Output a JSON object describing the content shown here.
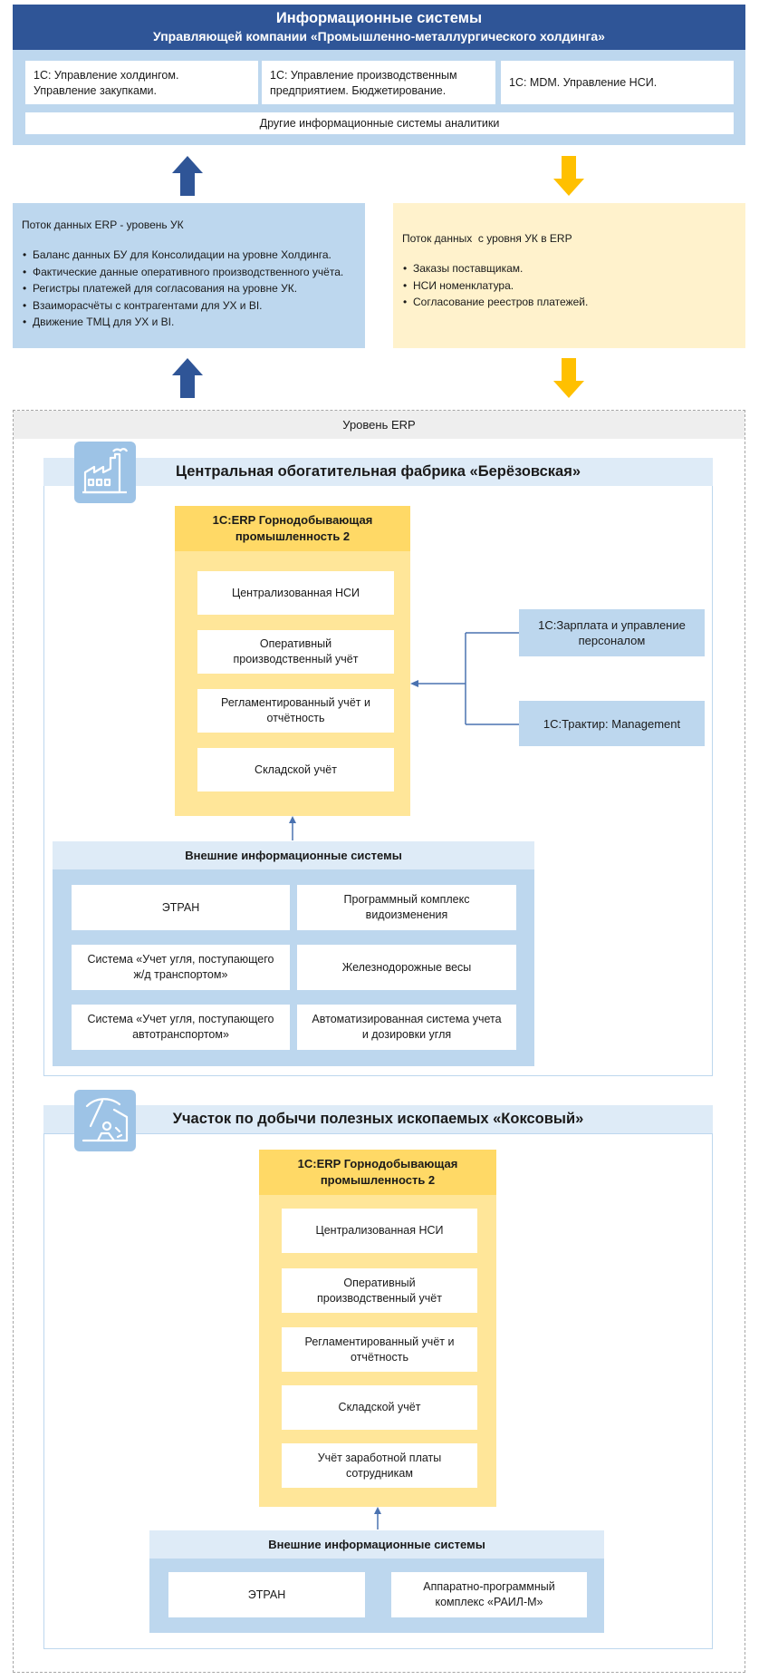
{
  "header": {
    "title": "Информационные системы",
    "subtitle": "Управляющей компании «Промышленно-металлургического холдинга»"
  },
  "uk_systems": {
    "boxes": [
      "1С: Управление холдингом.\nУправление закупками.",
      "1С: Управление производственным\nпредприятием. Бюджетирование.",
      "1С: MDM. Управление НСИ."
    ],
    "analytics": "Другие информационные системы аналитики"
  },
  "flow_up": {
    "title": "Поток данных ERP - уровень УК",
    "items": [
      "Баланс данных БУ для Консолидации на уровне Холдинга.",
      "Фактические данные оперативного производственного учёта.",
      "Регистры платежей для согласования на уровне УК.",
      "Взаиморасчёты с контрагентами для УХ и BI.",
      "Движение ТМЦ для УХ и BI."
    ]
  },
  "flow_down": {
    "title": "Поток данных  с уровня УК в ERP",
    "items": [
      "Заказы поставщикам.",
      "НСИ номенклатура.",
      "Согласование реестров платежей."
    ]
  },
  "erp_level": {
    "label": "Уровень ERP"
  },
  "site1": {
    "title": "Центральная обогатительная фабрика «Берёзовская»",
    "erp_title": "1С:ERP Горнодобывающая\nпромышленность 2",
    "modules": [
      "Централизованная НСИ",
      "Оперативный\nпроизводственный учёт",
      "Регламентированный учёт и\nотчётность",
      "Складской учёт"
    ],
    "side_systems": [
      "1С:Зарплата и управление\nперсоналом",
      "1С:Трактир: Management"
    ],
    "external_title": "Внешние информационные системы",
    "external": [
      "ЭТРАН",
      "Программный  комплекс\nвидоизменения",
      "Система «Учет угля, поступающего\nж/д транспортом»",
      "Железнодорожные  весы",
      "Система «Учет угля, поступающего\nавтотранспортом»",
      "Автоматизированная система учета\nи дозировки угля"
    ]
  },
  "site2": {
    "title": "Участок по добычи полезных ископаемых «Коксовый»",
    "erp_title": "1С:ERP Горнодобывающая\nпромышленность 2",
    "modules": [
      "Централизованная НСИ",
      "Оперативный\nпроизводственный учёт",
      "Регламентированный учёт и\nотчётность",
      "Складской учёт",
      "Учёт заработной платы\nсотрудникам"
    ],
    "external_title": "Внешние информационные системы",
    "external": [
      "ЭТРАН",
      "Аппаратно-программный\nкомплекс «РАИЛ-М»"
    ]
  },
  "colors": {
    "header_blue": "#2f5597",
    "light_blue": "#bdd7ee",
    "pale_blue": "#deebf7",
    "yellow_panel": "#fff2cc",
    "erp_yellow": "#ffe699",
    "arrow_yellow": "#ffc000"
  },
  "icons": [
    "arrow-up-icon",
    "arrow-down-icon",
    "factory-icon",
    "mining-icon"
  ]
}
